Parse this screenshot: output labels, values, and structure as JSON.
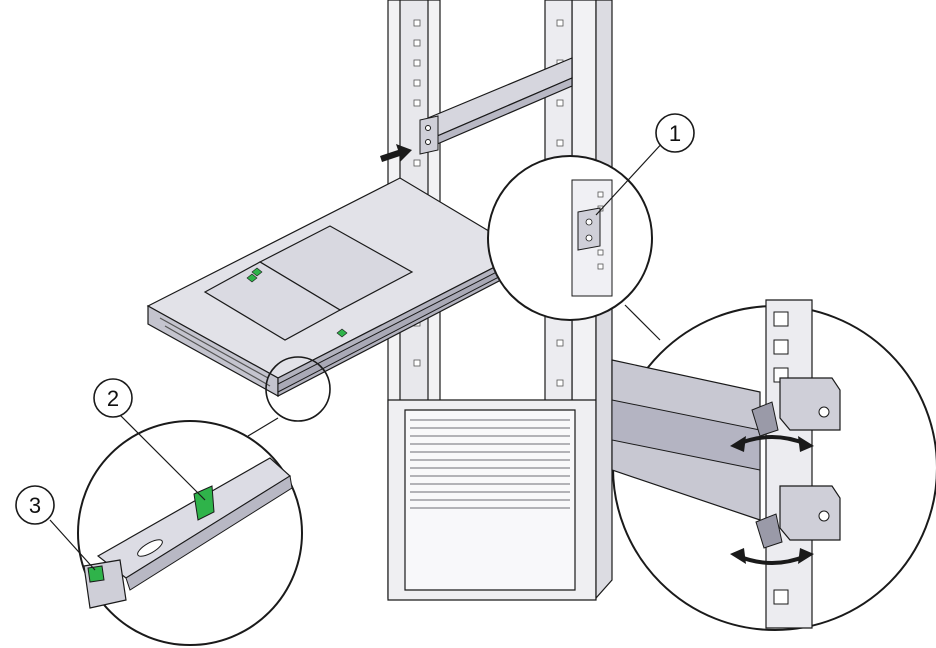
{
  "callouts": [
    {
      "number": "1",
      "target": "rack-rail-mounting-bracket"
    },
    {
      "number": "2",
      "target": "slide-rail-release-tab-green"
    },
    {
      "number": "3",
      "target": "front-lock-tab-green"
    }
  ],
  "colors": {
    "line": "#1a1a1a",
    "metal_light": "#e6e6ea",
    "metal_mid": "#c9c9d3",
    "metal_dark": "#9a9aa8",
    "accent_green": "#2fb34a",
    "arrow": "#1a1a1a"
  }
}
